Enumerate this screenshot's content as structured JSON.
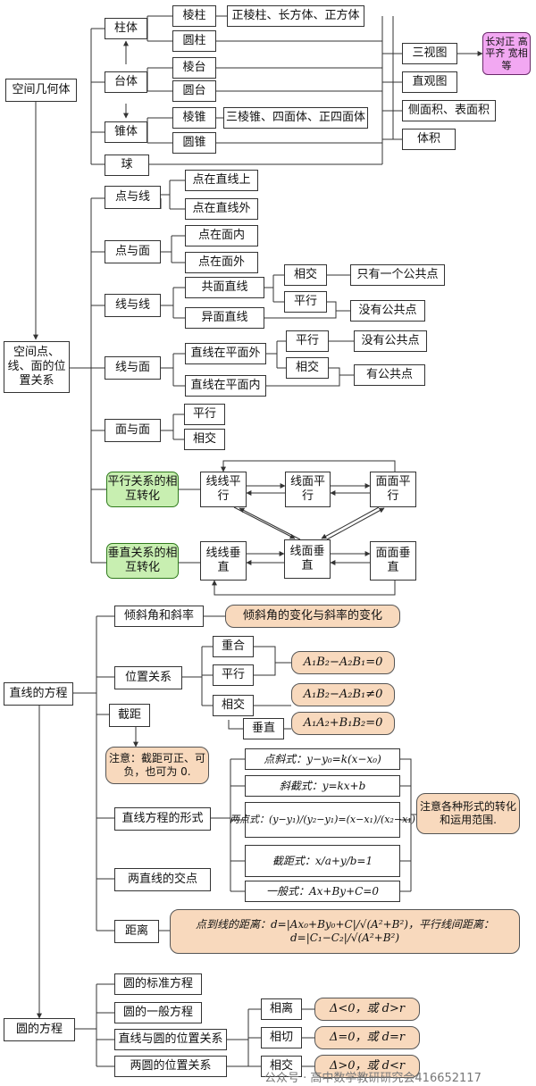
{
  "solid": {
    "root": "空间几何体",
    "prism": "柱体",
    "frustum": "台体",
    "pyramid": "锥体",
    "sphere": "球",
    "prism_types": [
      "棱柱",
      "圆柱"
    ],
    "frustum_types": [
      "棱台",
      "圆台"
    ],
    "pyramid_types": [
      "棱锥",
      "圆锥"
    ],
    "prism_examples": "正棱柱、长方体、正方体",
    "pyramid_examples": "三棱锥、四面体、正四面体",
    "three_view": "三视图",
    "view_rule": "长对正 高平齐 宽相等",
    "intuitive_view": "直观图",
    "area": "侧面积、表面积",
    "volume": "体积"
  },
  "position": {
    "root": "空间点、线、面的位置关系",
    "point_line": "点与线",
    "point_line_items": [
      "点在直线上",
      "点在直线外"
    ],
    "point_plane": "点与面",
    "point_plane_items": [
      "点在面内",
      "点在面外"
    ],
    "line_line": "线与线",
    "coplanar": "共面直线",
    "skew": "异面直线",
    "intersect": "相交",
    "parallel": "平行",
    "one_common": "只有一个公共点",
    "no_common": "没有公共点",
    "line_plane": "线与面",
    "outside_plane": "直线在平面外",
    "inside_plane": "直线在平面内",
    "has_common": "有公共点",
    "plane_plane": "面与面",
    "parallel_transform": "平行关系的相互转化",
    "perp_transform": "垂直关系的相互转化",
    "ll_par": "线线平行",
    "lp_par": "线面平行",
    "pp_par": "面面平行",
    "ll_perp": "线线垂直",
    "lp_perp": "线面垂直",
    "pp_perp": "面面垂直"
  },
  "line_eq": {
    "root": "直线的方程",
    "slope": "倾斜角和斜率",
    "slope_note": "倾斜角的变化与斜率的变化",
    "position": "位置关系",
    "coincide": "重合",
    "parallel": "平行",
    "intersect": "相交",
    "perpendicular": "垂直",
    "parallel_cond": "A₁B₂−A₂B₁=0",
    "intersect_cond": "A₁B₂−A₂B₁≠0",
    "perp_cond": "A₁A₂+B₁B₂=0",
    "intercept": "截距",
    "intercept_note": "注意：截距可正、可负，也可为 0.",
    "forms": "直线方程的形式",
    "point_slope": "点斜式：y−y₀=k(x−x₀)",
    "slope_intercept": "斜截式：y=kx+b",
    "two_point": "两点式：(y−y₁)/(y₂−y₁)=(x−x₁)/(x₂−x₁)",
    "intercept_form": "截距式：x/a+y/b=1",
    "general": "一般式：Ax+By+C=0",
    "forms_note": "注意各种形式的转化和运用范围.",
    "intersection": "两直线的交点",
    "distance": "距离",
    "distance_note": "点到线的距离：d=|Ax₀+By₀+C|/√(A²+B²)，平行线间距离：d=|C₁−C₂|/√(A²+B²)"
  },
  "circle": {
    "root": "圆的方程",
    "standard": "圆的标准方程",
    "general": "圆的一般方程",
    "line_circle": "直线与圆的位置关系",
    "circle_circle": "两圆的位置关系",
    "separate": "相离",
    "tangent": "相切",
    "intersect": "相交",
    "separate_cond": "Δ<0，或 d>r",
    "tangent_cond": "Δ=0，或 d=r",
    "intersect_cond": "Δ>0，或 d<r"
  },
  "watermark": "公众号 · 高中数学教研研究会416652117"
}
